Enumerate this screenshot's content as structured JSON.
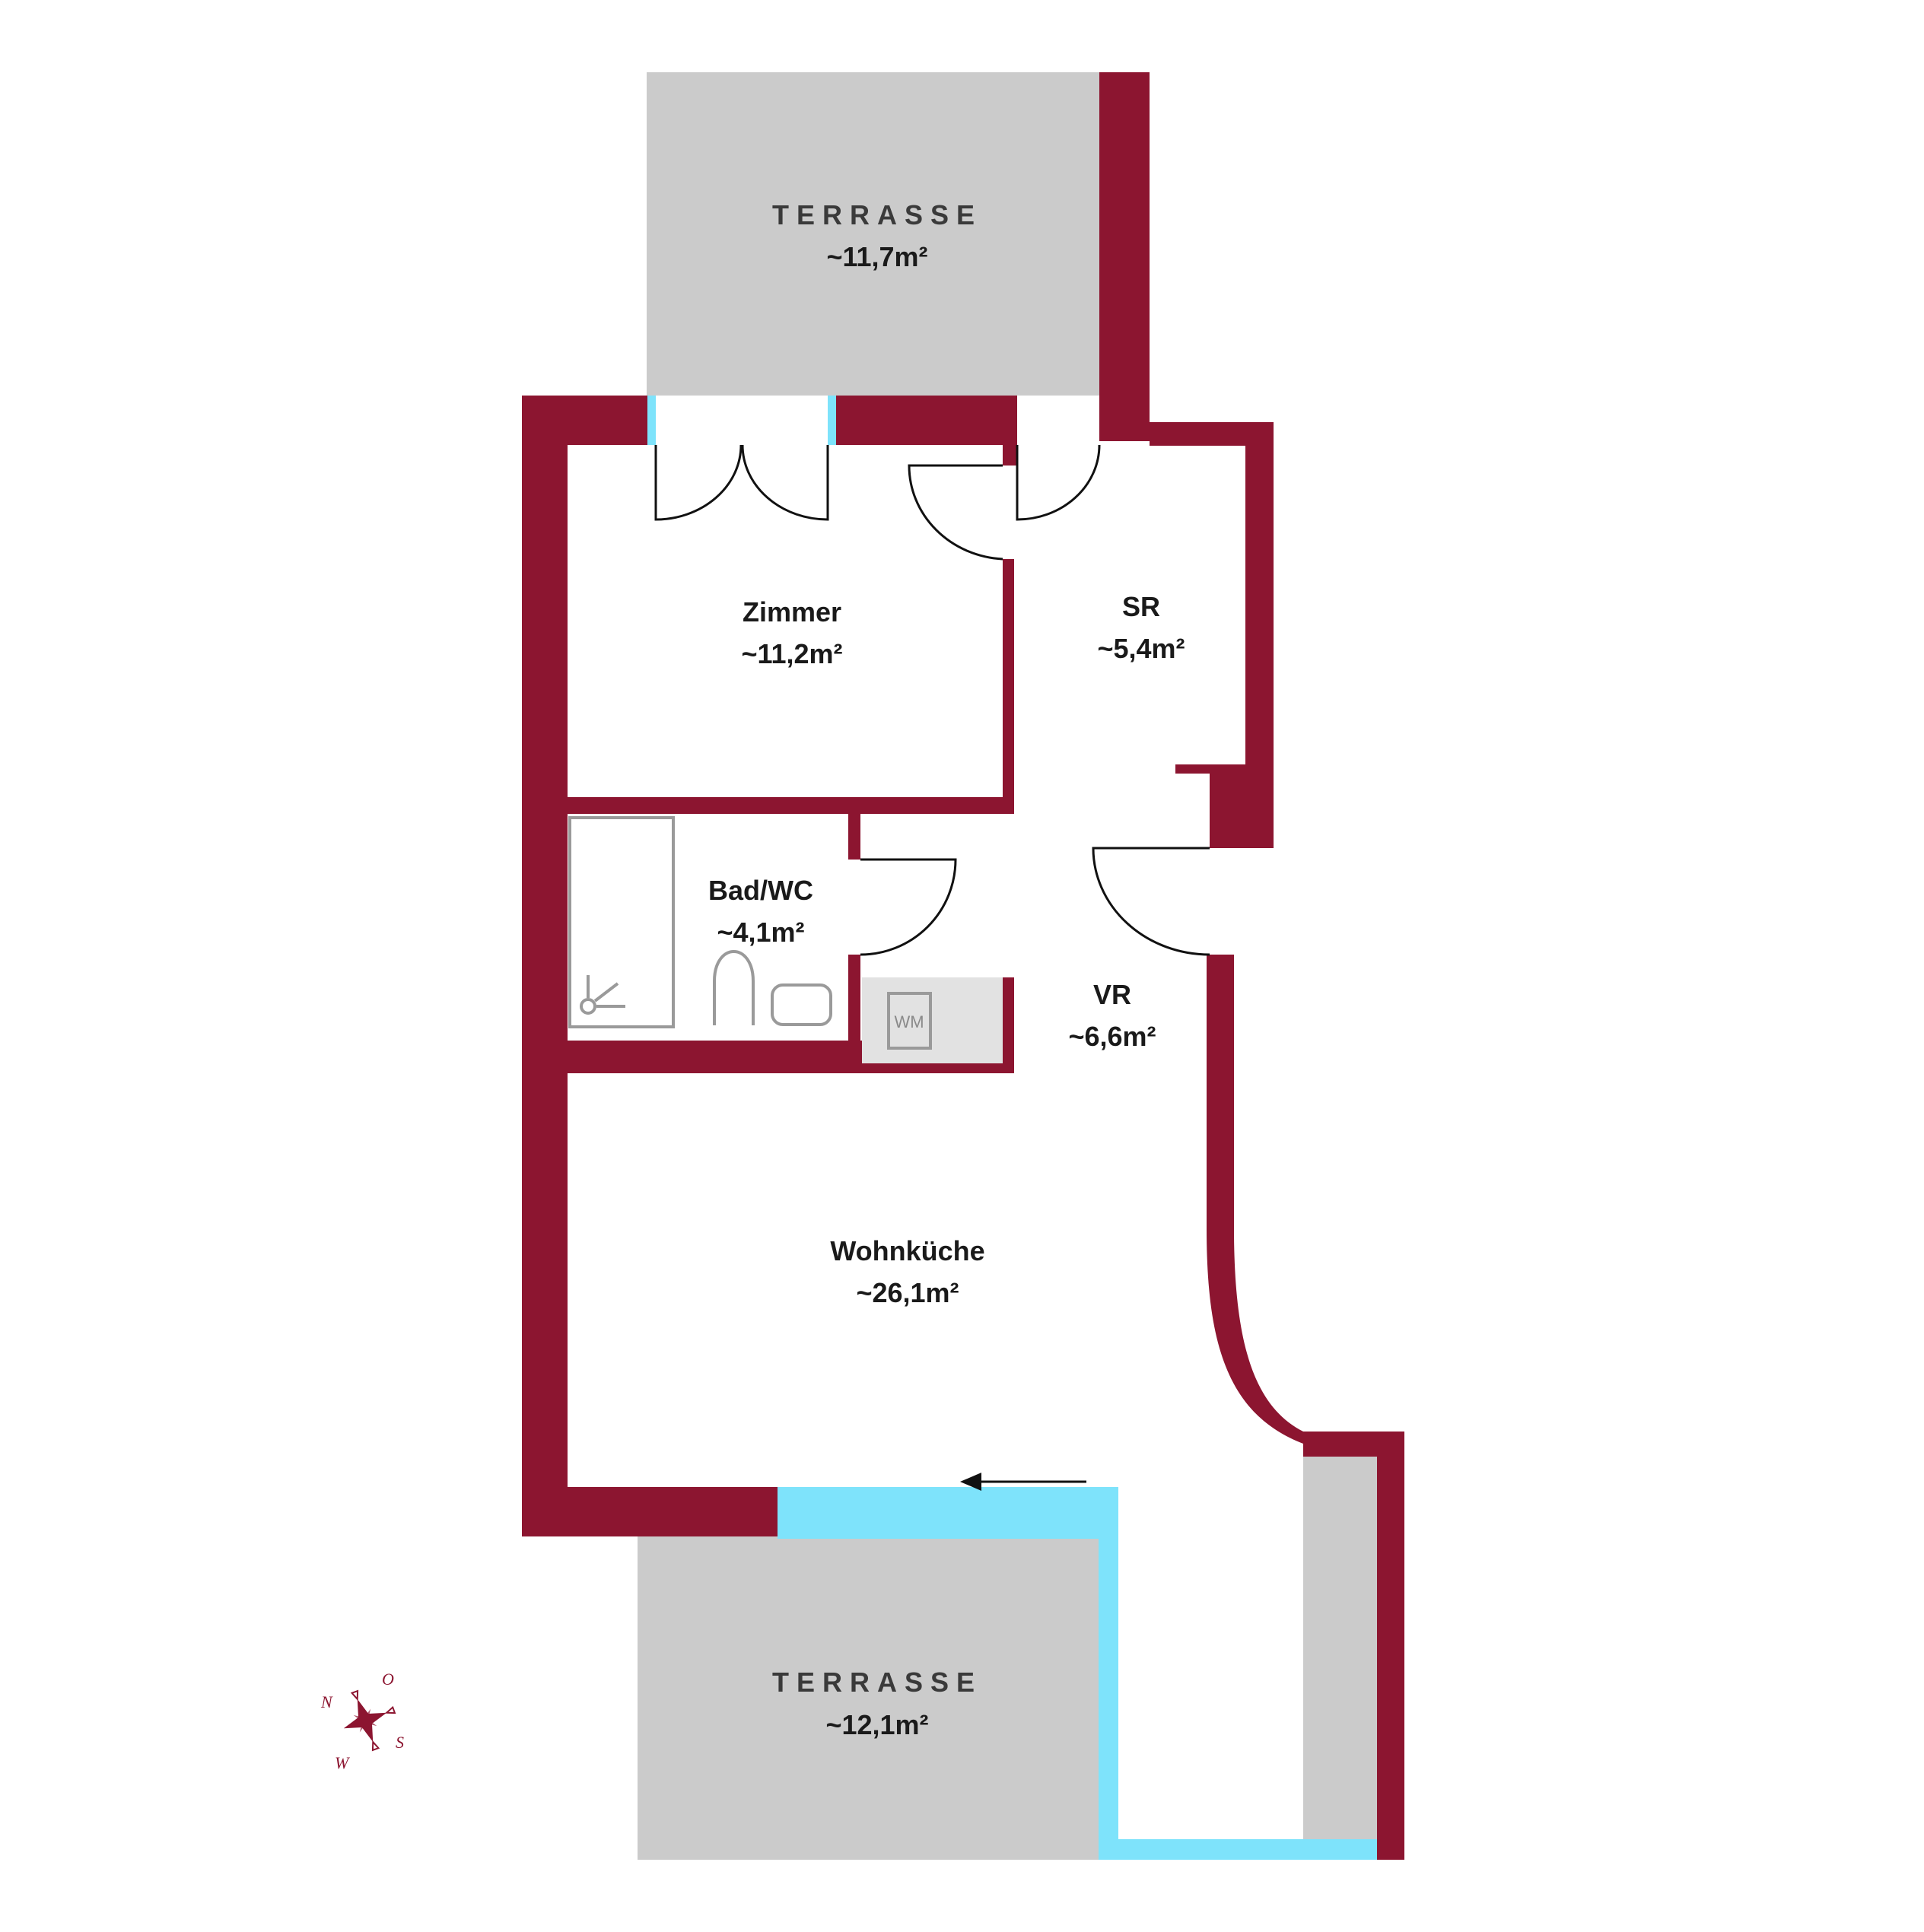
{
  "colors": {
    "wall": "#8c1530",
    "terrace": "#cbcbcb",
    "glass": "#7ee3fb",
    "fixture_gray": "#e2e2e2",
    "text": "#1a1a1a"
  },
  "rooms": {
    "terrace_top": {
      "name": "TERRASSE",
      "area": "~11,7m²"
    },
    "zimmer": {
      "name": "Zimmer",
      "area": "~11,2m²"
    },
    "sr": {
      "name": "SR",
      "area": "~5,4m²"
    },
    "bad": {
      "name": "Bad/WC",
      "area": "~4,1m²"
    },
    "vr": {
      "name": "VR",
      "area": "~6,6m²"
    },
    "wohnkueche": {
      "name": "Wohnküche",
      "area": "~26,1m²"
    },
    "terrace_bottom": {
      "name": "TERRASSE",
      "area": "~12,1m²"
    }
  },
  "fixtures": {
    "washing_machine": "WM"
  },
  "compass": {
    "north": "N",
    "east": "O",
    "south": "S",
    "west": "W"
  },
  "icons": [
    "compass-rose-icon",
    "shower-icon",
    "toilet-icon",
    "sink-icon",
    "entrance-arrow-icon"
  ]
}
